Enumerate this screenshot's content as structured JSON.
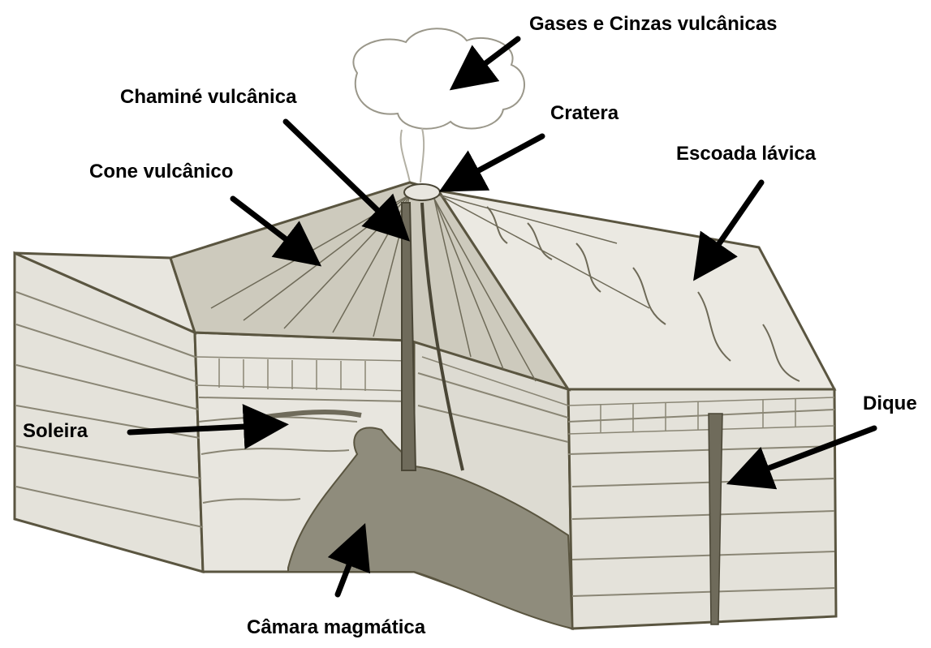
{
  "labels": {
    "gases": "Gases e Cinzas vulcânicas",
    "chamine": "Chaminé vulcânica",
    "cratera": "Cratera",
    "escoada": "Escoada lávica",
    "cone": "Cone vulcânico",
    "soleira": "Soleira",
    "dique": "Dique",
    "camara": "Câmara magmática"
  },
  "colors": {
    "ink": "#5a5540",
    "dark_fill": "#8f8c7c",
    "mid_fill": "#b9b6a8",
    "light_fill": "#e4e2da",
    "arrow": "#000000"
  }
}
